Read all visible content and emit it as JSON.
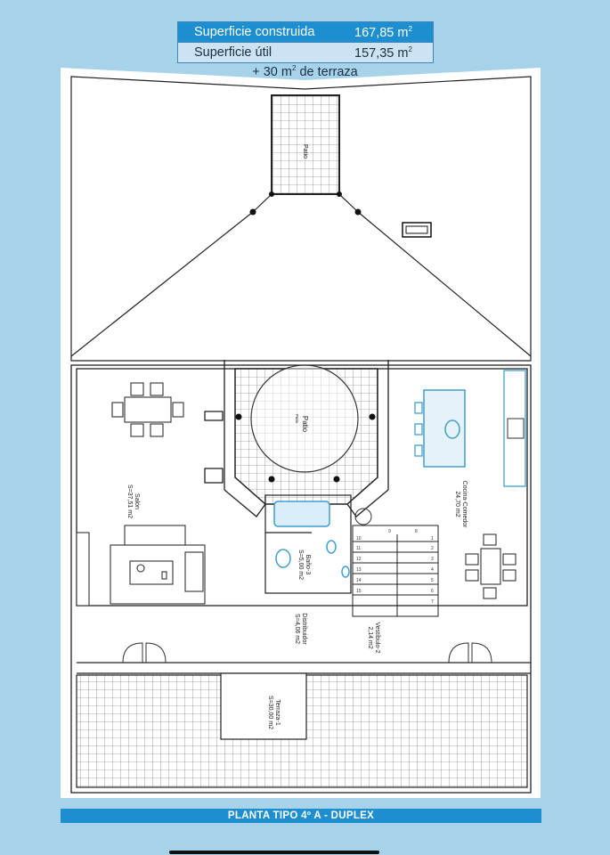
{
  "area_table": {
    "built_label": "Superficie construida",
    "built_value": "167,85 m",
    "built_unit_sup": "2",
    "useful_label": "Superficie útil",
    "useful_value": "157,35 m",
    "useful_unit_sup": "2"
  },
  "terrace_note": {
    "prefix": "+ 30 m",
    "sup": "2",
    "suffix": " de terraza"
  },
  "rooms": {
    "patio_top": "Patio",
    "patio_center": "Patio",
    "patio_center_sub": "Patio",
    "salon_name": "Salón",
    "salon_area": "S=37,51 m2",
    "cocina_name": "Cocina-Comedor",
    "cocina_area": "24,70 m2",
    "bano_name": "Baño-3",
    "bano_area": "S=5,00 m2",
    "distribuidor_name": "Distribuidor",
    "distribuidor_area": "S=4,06 m2",
    "vestibulo_name": "Vestíbulo-2",
    "vestibulo_area": "2,14 m2",
    "terraza_name": "Terraza-1",
    "terraza_area": "S=30,00 m2"
  },
  "stair_numbers": [
    "1",
    "2",
    "3",
    "4",
    "5",
    "6",
    "7",
    "8",
    "9",
    "10",
    "11",
    "12",
    "13",
    "14",
    "15"
  ],
  "caption": "PLANTA TIPO 4º A - DUPLEX",
  "colors": {
    "background": "#a6d3ea",
    "accent": "#1d8ed0",
    "fixture": "#3f9fd0"
  }
}
